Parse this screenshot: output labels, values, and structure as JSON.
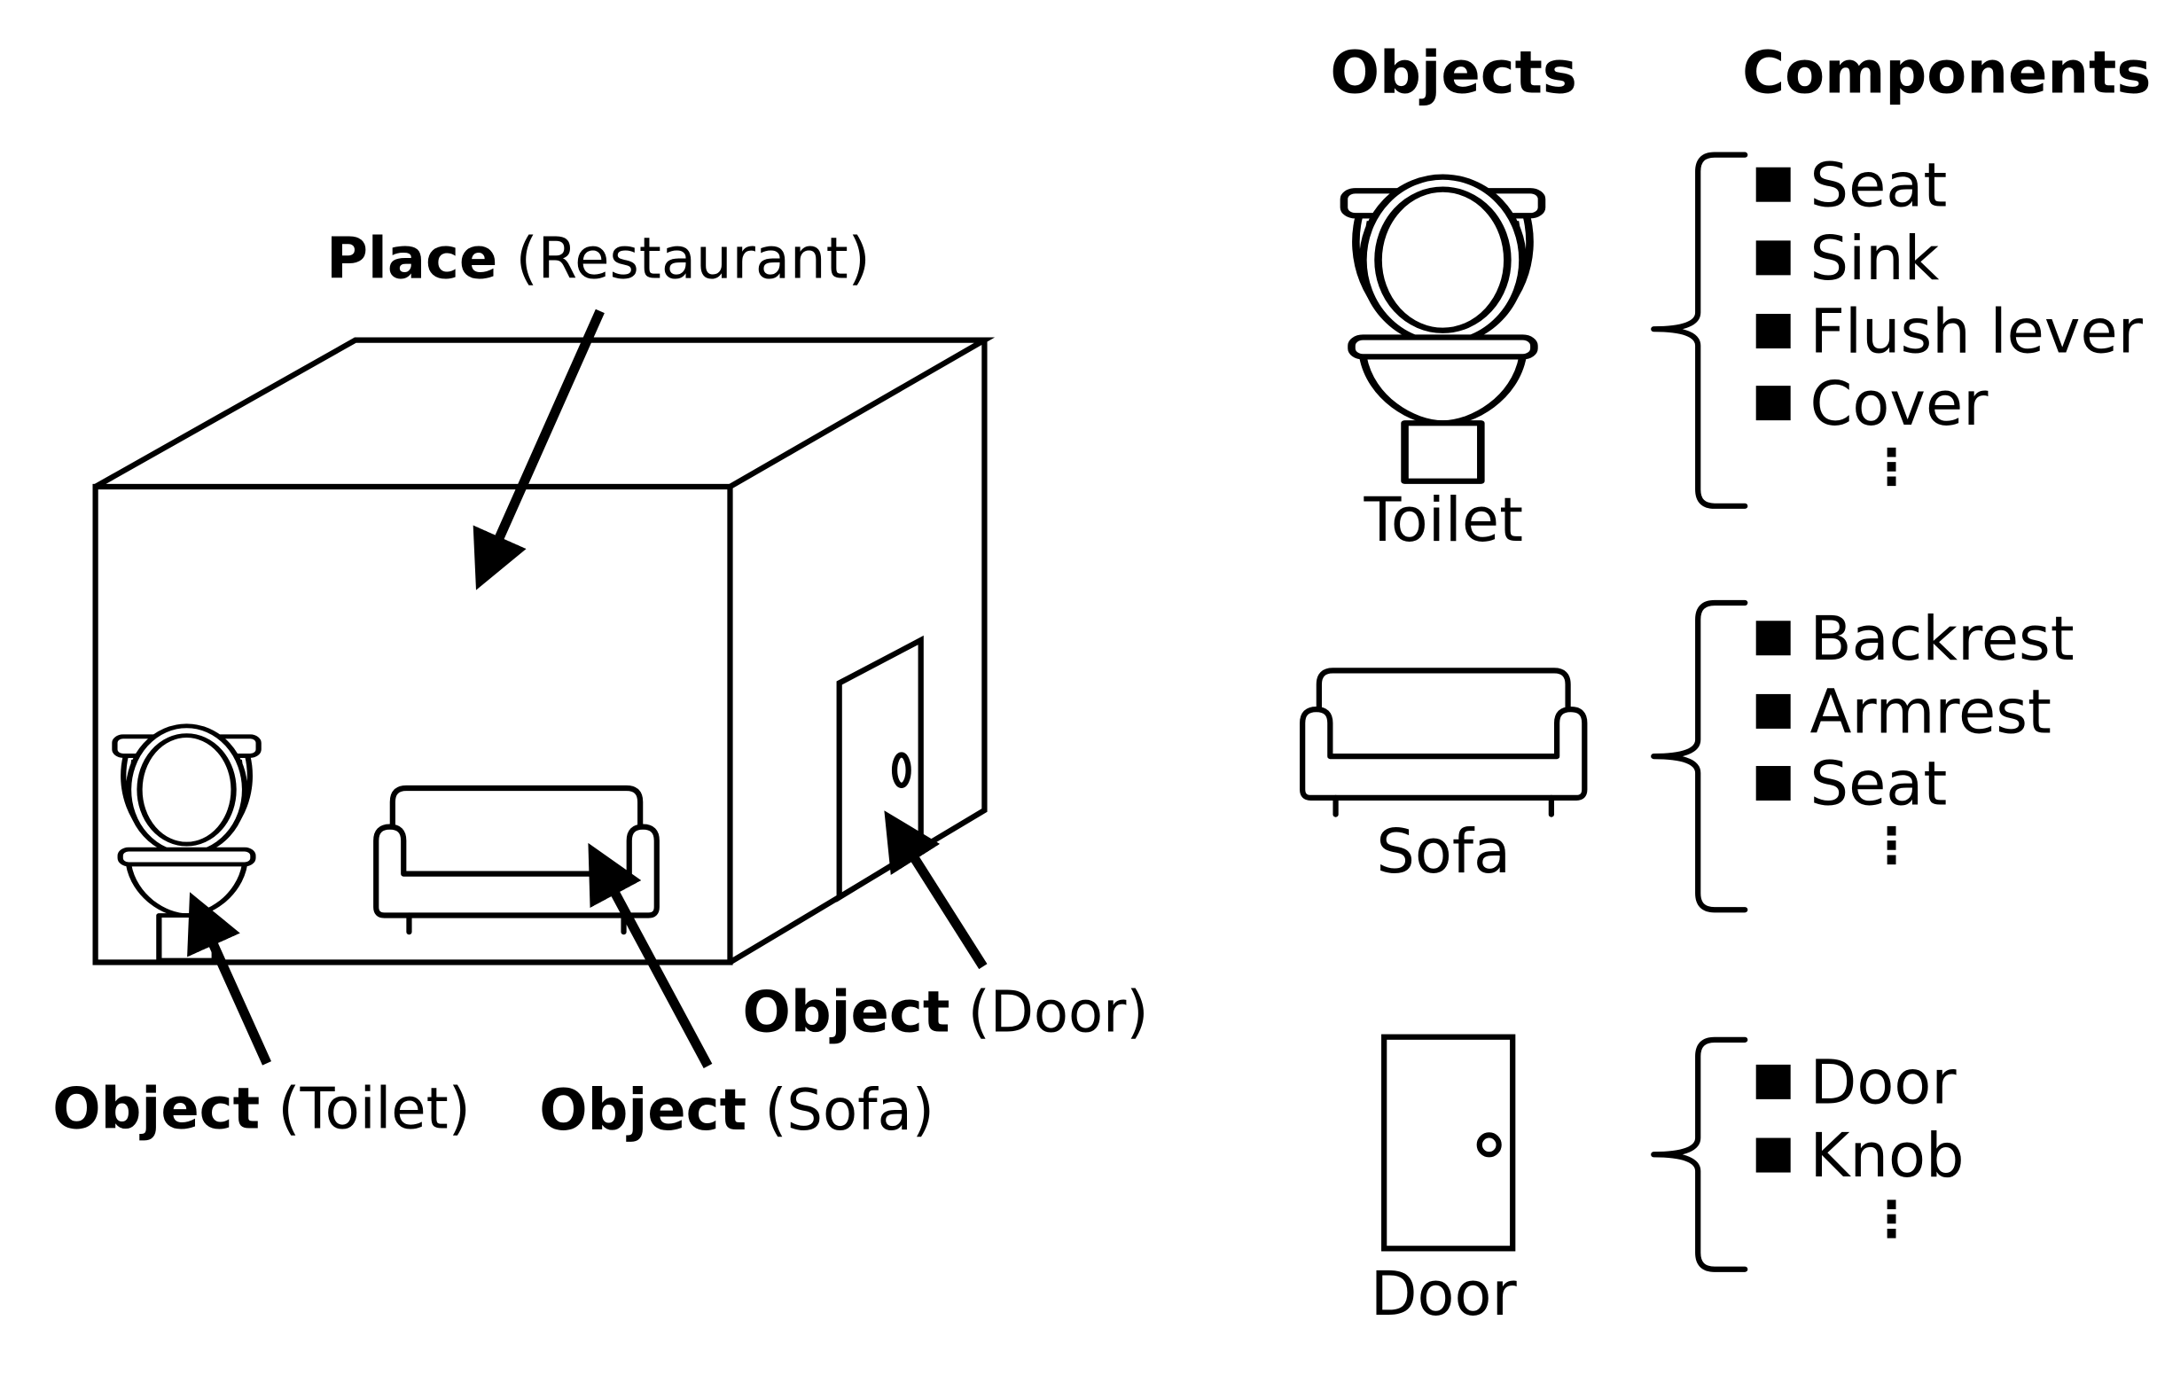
{
  "place": {
    "kind": "Place",
    "name": "(Restaurant)"
  },
  "scene_objects": [
    {
      "kind": "Object",
      "name": "(Toilet)"
    },
    {
      "kind": "Object",
      "name": "(Sofa)"
    },
    {
      "kind": "Object",
      "name": "(Door)"
    }
  ],
  "headers": {
    "objects": "Objects",
    "components": "Components"
  },
  "object_list": [
    {
      "name": "Toilet",
      "icon": "toilet-icon",
      "components": [
        "Seat",
        "Sink",
        "Flush lever",
        "Cover"
      ],
      "more": "⋮"
    },
    {
      "name": "Sofa",
      "icon": "sofa-icon",
      "components": [
        "Backrest",
        "Armrest",
        "Seat"
      ],
      "more": "⋮"
    },
    {
      "name": "Door",
      "icon": "door-icon",
      "components": [
        "Door",
        "Knob"
      ],
      "more": "⋮"
    }
  ]
}
